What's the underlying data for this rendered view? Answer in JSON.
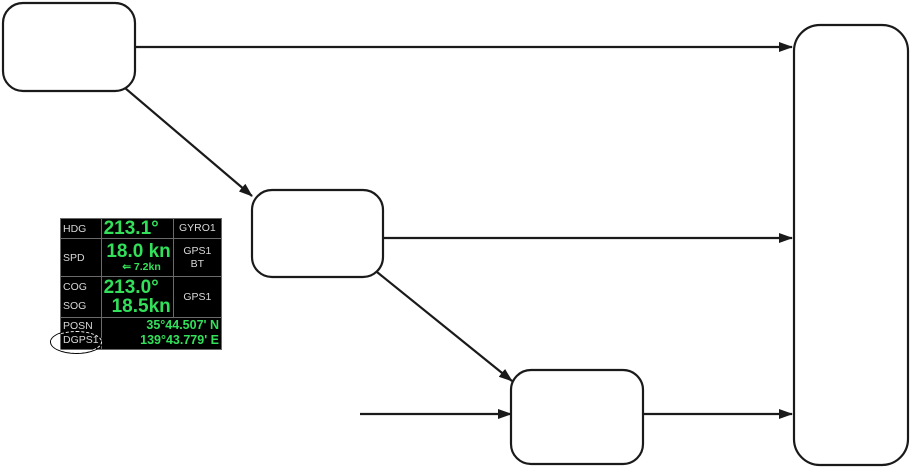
{
  "display_panel": {
    "rows": [
      {
        "label": "HDG",
        "value": "213.1°",
        "source": "GYRO1"
      },
      {
        "label": "SPD",
        "value": "18.0 kn",
        "sub_value": "⇐ 7.2kn",
        "source": "GPS1",
        "source_sub": "BT"
      },
      {
        "label": "COG",
        "value": "213.0°"
      },
      {
        "label": "SOG",
        "value": "18.5kn",
        "source": "GPS1"
      },
      {
        "label": "POSN",
        "value": "35°44.507' N"
      },
      {
        "label": "DGPS1",
        "value": "139°43.779' E"
      }
    ]
  }
}
